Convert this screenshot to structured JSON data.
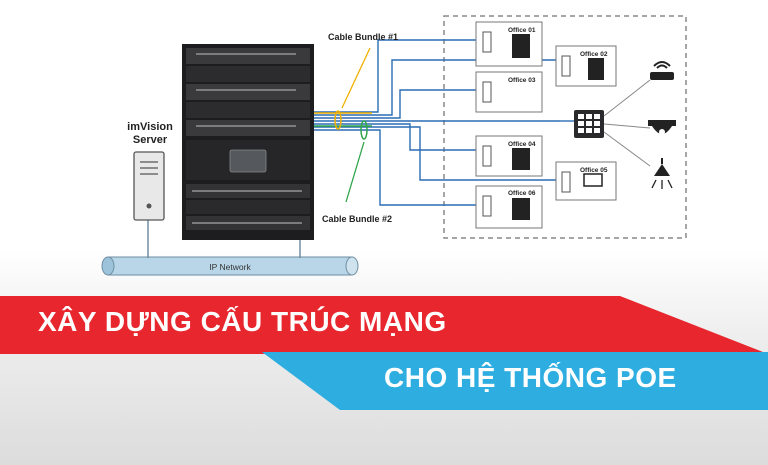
{
  "server": {
    "title_line1": "imVision",
    "title_line2": "Server"
  },
  "network": {
    "label": "IP Network"
  },
  "bundles": {
    "bundle1": "Cable Bundle #1",
    "bundle2": "Cable Bundle #2"
  },
  "offices": [
    {
      "label": "Office 01"
    },
    {
      "label": "Office 02"
    },
    {
      "label": "Office 03"
    },
    {
      "label": "Office 04"
    },
    {
      "label": "Office 05"
    },
    {
      "label": "Office 06"
    }
  ],
  "banner": {
    "line1": "XÂY DỰNG CẤU TRÚC MẠNG",
    "line2": "CHO HỆ THỐNG POE",
    "red_color": "#e8262d",
    "blue_color": "#2eaee0"
  }
}
